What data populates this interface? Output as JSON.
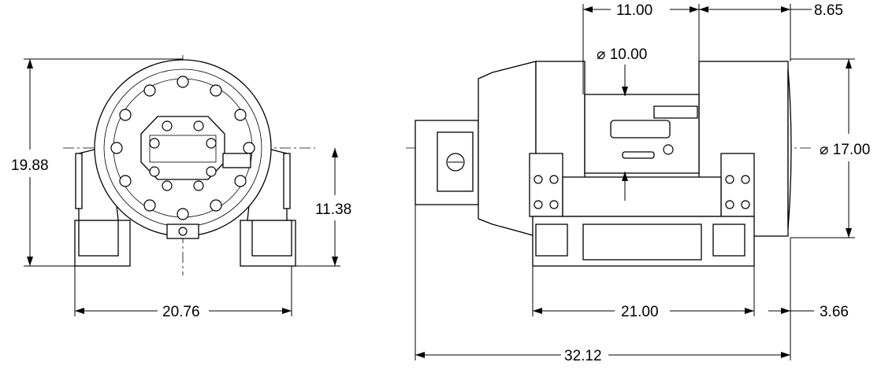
{
  "drawing": {
    "front_view": {
      "overall_height": "19.88",
      "centerline_height": "11.38",
      "base_width": "20.76"
    },
    "side_view": {
      "drum_length": "11.00",
      "bracket_offset": "8.65",
      "drum_diameter": "⌀ 10.00",
      "flange_diameter": "⌀ 17.00",
      "base_length": "21.00",
      "overhang": "3.66",
      "overall_length": "32.12"
    }
  }
}
